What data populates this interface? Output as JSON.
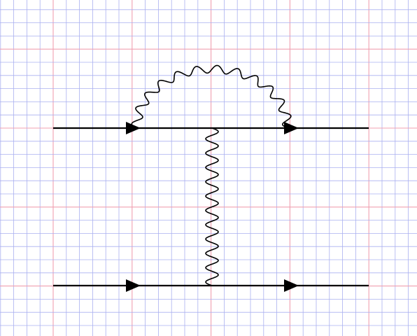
{
  "diagram": {
    "type": "feynman-diagram",
    "background": "graph-paper",
    "colors": {
      "paper": "#ffffff",
      "minor_grid": "#aab0f0",
      "major_grid": "#f0a0b0",
      "ink": "#000000"
    },
    "elements": [
      {
        "kind": "fermion-line",
        "name": "upper-fermion-line",
        "arrows": 2,
        "direction": "left-to-right"
      },
      {
        "kind": "fermion-line",
        "name": "lower-fermion-line",
        "arrows": 2,
        "direction": "left-to-right"
      },
      {
        "kind": "photon-loop",
        "name": "self-energy-photon",
        "shape": "arc"
      },
      {
        "kind": "photon-exchange",
        "name": "exchange-photon",
        "shape": "vertical"
      }
    ]
  }
}
